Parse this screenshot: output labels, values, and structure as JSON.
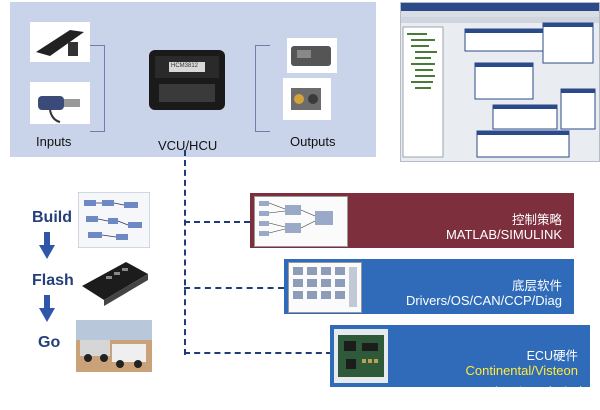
{
  "panel": {
    "inputs_label": "Inputs",
    "vcu_label": "VCU/HCU",
    "outputs_label": "Outputs",
    "ecu_chip_text": "HCM3812"
  },
  "workflow": {
    "steps": [
      "Build",
      "Flash",
      "Go"
    ]
  },
  "layers": [
    {
      "title": "控制策略",
      "subtitle": "MATLAB/SIMULINK",
      "color": "#7d2f3e",
      "subtitle_color": "#ffffff"
    },
    {
      "title": "底层软件",
      "subtitle": "Drivers/OS/CAN/CCP/Diag",
      "color": "#2f6bb8",
      "subtitle_color": "#ffffff"
    },
    {
      "title": "ECU硬件",
      "subtitle": "Continental/Visteon",
      "color": "#2f6bb8",
      "subtitle_color": "#ffeb3b"
    }
  ],
  "watermark": "知乎 @电小真"
}
